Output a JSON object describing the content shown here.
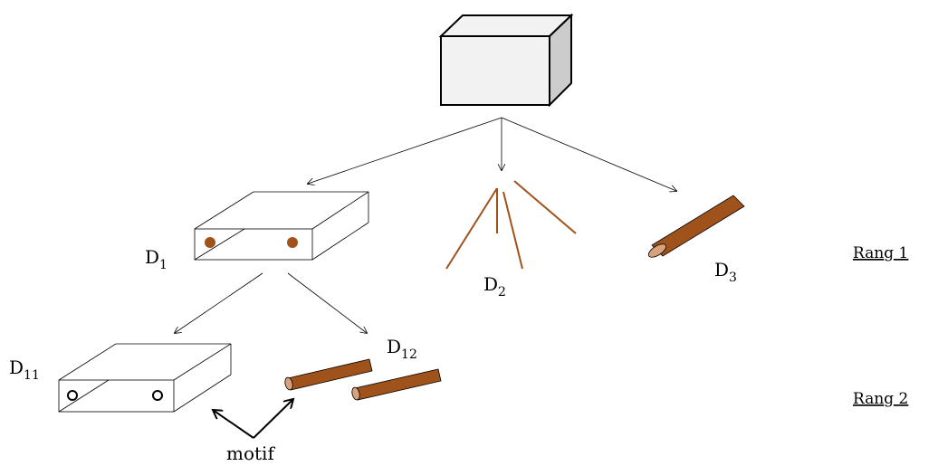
{
  "labels": {
    "d1": {
      "main": "D",
      "sub": "1"
    },
    "d2": {
      "main": "D",
      "sub": "2"
    },
    "d3": {
      "main": "D",
      "sub": "3"
    },
    "d11": {
      "main": "D",
      "sub": "11"
    },
    "d12": {
      "main": "D",
      "sub": "12"
    },
    "motif": "motif",
    "rank1": "Rang 1",
    "rank2": "Rang 2"
  },
  "colors": {
    "rod": "#a0521b",
    "rod_end": "#d9a27a",
    "box_front": "#f2f2f2",
    "box_side": "#cccccc",
    "line": "#000000"
  },
  "icons": {
    "root": "solid-block-icon",
    "d1": "box-with-holes-filled-icon",
    "d2": "fibers-icon",
    "d3": "rod-icon",
    "d11": "box-with-empty-holes-icon",
    "d12": "two-rods-icon"
  }
}
